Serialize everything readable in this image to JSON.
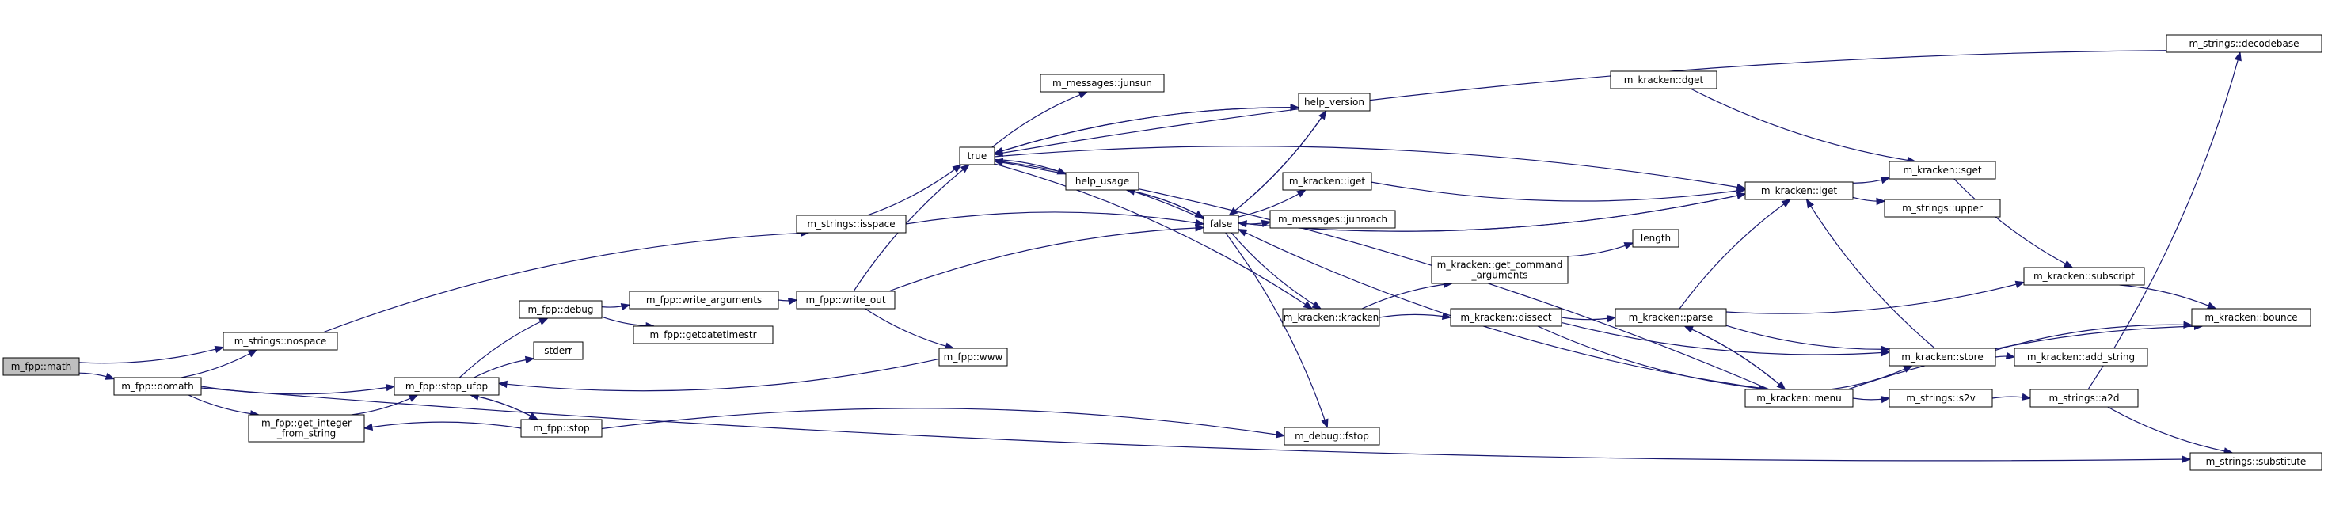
{
  "graph": {
    "edge_color": "#191970",
    "root_fill": "#bfbfbf",
    "nodes": [
      {
        "id": "math",
        "lines": [
          "m_fpp::math"
        ],
        "root": true
      },
      {
        "id": "domath",
        "lines": [
          "m_fpp::domath"
        ]
      },
      {
        "id": "nospace",
        "lines": [
          "m_strings::nospace"
        ]
      },
      {
        "id": "stop_ufpp",
        "lines": [
          "m_fpp::stop_ufpp"
        ]
      },
      {
        "id": "getint",
        "lines": [
          "m_fpp::get_integer",
          "_from_string"
        ]
      },
      {
        "id": "substitute",
        "lines": [
          "m_strings::substitute"
        ]
      },
      {
        "id": "isspace",
        "lines": [
          "m_strings::isspace"
        ]
      },
      {
        "id": "debug",
        "lines": [
          "m_fpp::debug"
        ]
      },
      {
        "id": "stderr",
        "lines": [
          "stderr"
        ]
      },
      {
        "id": "fstop",
        "lines": [
          "m_fpp::stop"
        ]
      },
      {
        "id": "true",
        "lines": [
          "true"
        ]
      },
      {
        "id": "false",
        "lines": [
          "false"
        ]
      },
      {
        "id": "write_args",
        "lines": [
          "m_fpp::write_arguments"
        ]
      },
      {
        "id": "getdatetimestr",
        "lines": [
          "m_fpp::getdatetimestr"
        ]
      },
      {
        "id": "write_out",
        "lines": [
          "m_fpp::write_out"
        ]
      },
      {
        "id": "www",
        "lines": [
          "m_fpp::www"
        ]
      },
      {
        "id": "junsun",
        "lines": [
          "m_messages::junsun"
        ]
      },
      {
        "id": "help_usage",
        "lines": [
          "help_usage"
        ]
      },
      {
        "id": "help_version",
        "lines": [
          "help_version"
        ]
      },
      {
        "id": "kracken",
        "lines": [
          "m_kracken::kracken"
        ]
      },
      {
        "id": "iget",
        "lines": [
          "m_kracken::iget"
        ]
      },
      {
        "id": "junroach",
        "lines": [
          "m_messages::junroach"
        ]
      },
      {
        "id": "dfstop",
        "lines": [
          "m_debug::fstop"
        ]
      },
      {
        "id": "getcmd",
        "lines": [
          "m_kracken::get_command",
          "_arguments"
        ]
      },
      {
        "id": "dissect",
        "lines": [
          "m_kracken::dissect"
        ]
      },
      {
        "id": "dget",
        "lines": [
          "m_kracken::dget"
        ]
      },
      {
        "id": "length",
        "lines": [
          "length"
        ]
      },
      {
        "id": "lget",
        "lines": [
          "m_kracken::lget"
        ]
      },
      {
        "id": "parse",
        "lines": [
          "m_kracken::parse"
        ]
      },
      {
        "id": "menu",
        "lines": [
          "m_kracken::menu"
        ]
      },
      {
        "id": "store",
        "lines": [
          "m_kracken::store"
        ]
      },
      {
        "id": "sget",
        "lines": [
          "m_kracken::sget"
        ]
      },
      {
        "id": "upper",
        "lines": [
          "m_strings::upper"
        ]
      },
      {
        "id": "subscript",
        "lines": [
          "m_kracken::subscript"
        ]
      },
      {
        "id": "add_string",
        "lines": [
          "m_kracken::add_string"
        ]
      },
      {
        "id": "s2v",
        "lines": [
          "m_strings::s2v"
        ]
      },
      {
        "id": "a2d",
        "lines": [
          "m_strings::a2d"
        ]
      },
      {
        "id": "decodebase",
        "lines": [
          "m_strings::decodebase"
        ]
      },
      {
        "id": "bounce",
        "lines": [
          "m_kracken::bounce"
        ]
      }
    ],
    "edges": [
      {
        "from": "math",
        "to": "domath"
      },
      {
        "from": "math",
        "to": "nospace"
      },
      {
        "from": "domath",
        "to": "nospace"
      },
      {
        "from": "domath",
        "to": "stop_ufpp"
      },
      {
        "from": "domath",
        "to": "getint"
      },
      {
        "from": "domath",
        "to": "substitute"
      },
      {
        "from": "nospace",
        "to": "isspace"
      },
      {
        "from": "stop_ufpp",
        "to": "debug"
      },
      {
        "from": "stop_ufpp",
        "to": "stderr"
      },
      {
        "from": "stop_ufpp",
        "to": "fstop"
      },
      {
        "from": "getint",
        "to": "stop_ufpp"
      },
      {
        "from": "fstop",
        "to": "stop_ufpp"
      },
      {
        "from": "fstop",
        "to": "getint"
      },
      {
        "from": "fstop",
        "to": "dfstop"
      },
      {
        "from": "isspace",
        "to": "true"
      },
      {
        "from": "isspace",
        "to": "false"
      },
      {
        "from": "debug",
        "to": "write_args"
      },
      {
        "from": "debug",
        "to": "getdatetimestr"
      },
      {
        "from": "write_args",
        "to": "write_out"
      },
      {
        "from": "write_out",
        "to": "true"
      },
      {
        "from": "write_out",
        "to": "false"
      },
      {
        "from": "write_out",
        "to": "www"
      },
      {
        "from": "www",
        "to": "stop_ufpp"
      },
      {
        "from": "true",
        "to": "junsun"
      },
      {
        "from": "true",
        "to": "help_usage"
      },
      {
        "from": "true",
        "to": "help_version"
      },
      {
        "from": "true",
        "to": "kracken"
      },
      {
        "from": "true",
        "to": "lget"
      },
      {
        "from": "false",
        "to": "true"
      },
      {
        "from": "false",
        "to": "help_usage"
      },
      {
        "from": "false",
        "to": "help_version"
      },
      {
        "from": "false",
        "to": "iget"
      },
      {
        "from": "false",
        "to": "junroach"
      },
      {
        "from": "false",
        "to": "kracken"
      },
      {
        "from": "false",
        "to": "dfstop"
      },
      {
        "from": "false",
        "to": "lget"
      },
      {
        "from": "help_usage",
        "to": "false"
      },
      {
        "from": "help_version",
        "to": "true"
      },
      {
        "from": "help_version",
        "to": "false"
      },
      {
        "from": "iget",
        "to": "lget"
      },
      {
        "from": "kracken",
        "to": "getcmd"
      },
      {
        "from": "kracken",
        "to": "dissect"
      },
      {
        "from": "getcmd",
        "to": "length"
      },
      {
        "from": "dissect",
        "to": "parse"
      },
      {
        "from": "dissect",
        "to": "menu"
      },
      {
        "from": "dissect",
        "to": "store"
      },
      {
        "from": "dget",
        "to": "sget"
      },
      {
        "from": "lget",
        "to": "false"
      },
      {
        "from": "lget",
        "to": "sget"
      },
      {
        "from": "lget",
        "to": "upper"
      },
      {
        "from": "parse",
        "to": "lget"
      },
      {
        "from": "parse",
        "to": "menu"
      },
      {
        "from": "parse",
        "to": "store"
      },
      {
        "from": "parse",
        "to": "subscript"
      },
      {
        "from": "menu",
        "to": "false"
      },
      {
        "from": "menu",
        "to": "parse"
      },
      {
        "from": "menu",
        "to": "store"
      },
      {
        "from": "menu",
        "to": "s2v"
      },
      {
        "from": "menu",
        "to": "true"
      },
      {
        "from": "menu",
        "to": "bounce"
      },
      {
        "from": "store",
        "to": "add_string"
      },
      {
        "from": "store",
        "to": "bounce"
      },
      {
        "from": "store",
        "to": "lget"
      },
      {
        "from": "sget",
        "to": "subscript"
      },
      {
        "from": "subscript",
        "to": "bounce"
      },
      {
        "from": "s2v",
        "to": "a2d"
      },
      {
        "from": "a2d",
        "to": "decodebase"
      },
      {
        "from": "a2d",
        "to": "substitute"
      },
      {
        "from": "decodebase",
        "to": "true"
      }
    ]
  }
}
